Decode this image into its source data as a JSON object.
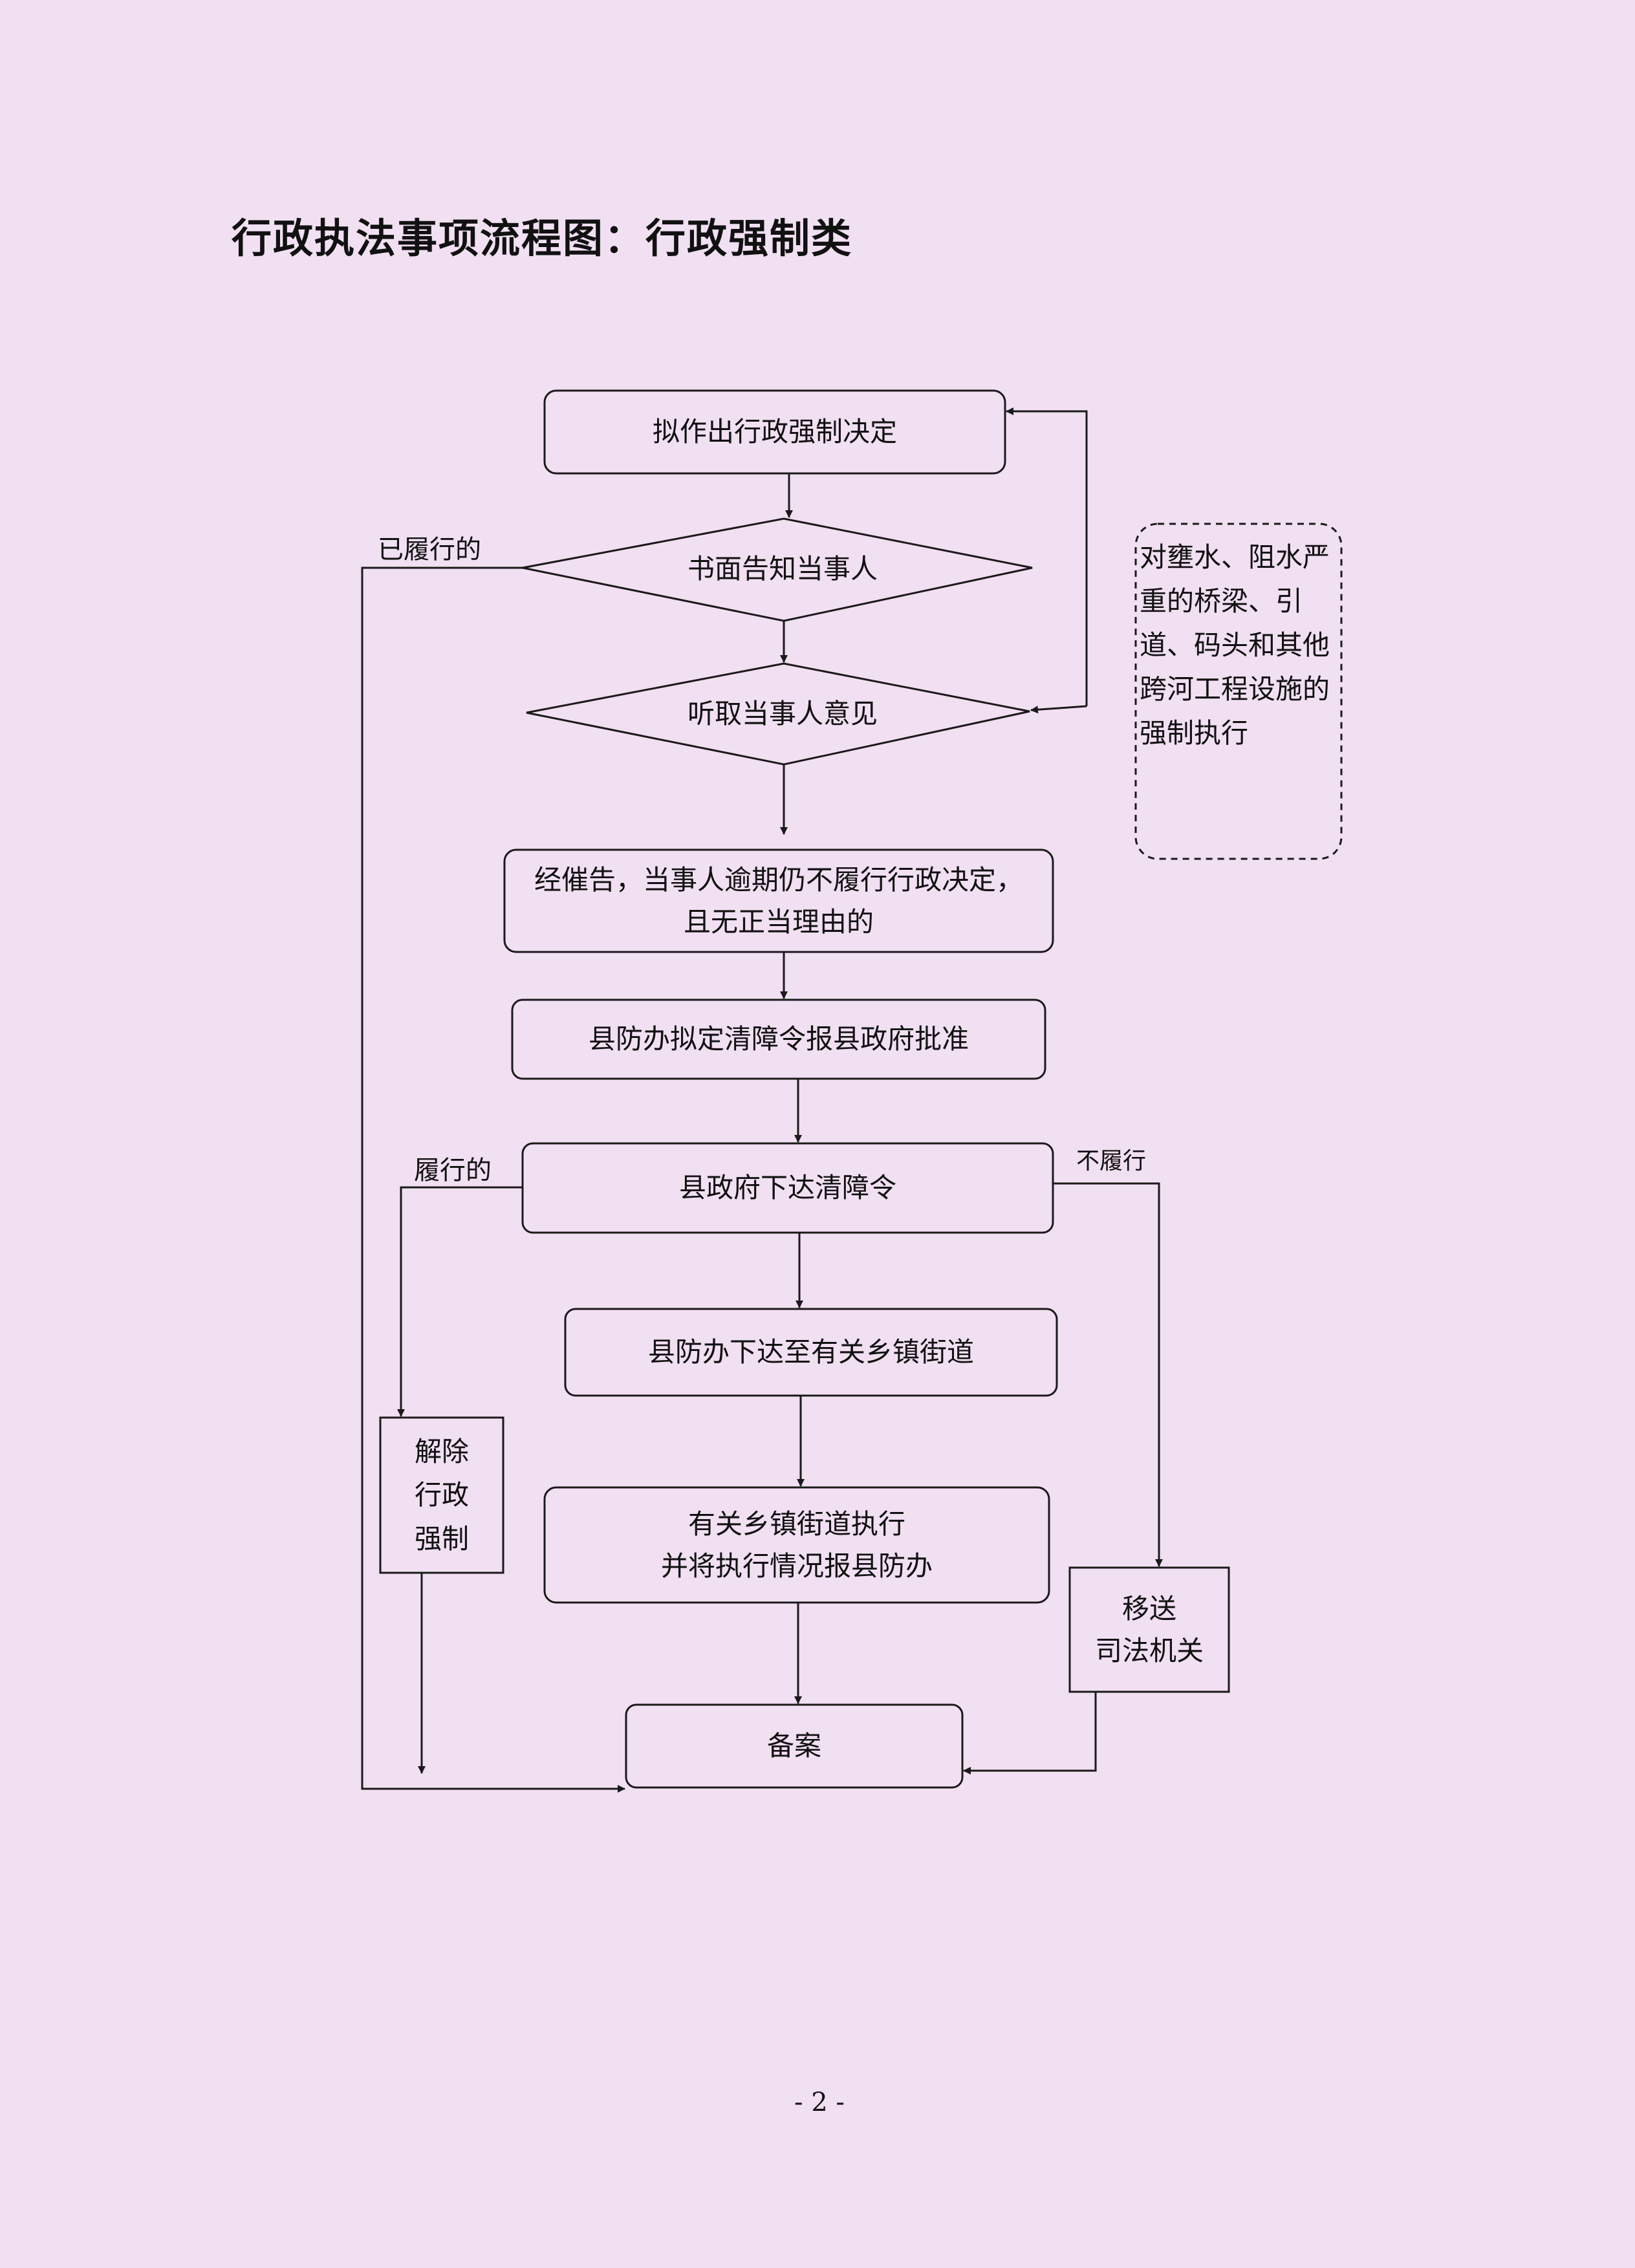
{
  "title": "行政执法事项流程图：行政强制类",
  "nodes": {
    "draft_decision": "拟作出行政强制决定",
    "written_notice": "书面告知当事人",
    "hear_opinion": "听取当事人意见",
    "overdue": [
      "经催告，当事人逾期仍不履行行政决定，",
      "且无正当理由的"
    ],
    "draft_order": "县防办拟定清障令报县政府批准",
    "issue_order": "县政府下达清障令",
    "send_town": "县防办下达至有关乡镇街道",
    "execute": [
      "有关乡镇街道执行",
      "并将执行情况报县防办"
    ],
    "archive": "备案",
    "release": [
      "解除",
      "行政",
      "强制"
    ],
    "transfer": [
      "移送",
      "司法机关"
    ]
  },
  "note": "对壅水、阻水严重的桥梁、引道、码头和其他跨河工程设施的强制执行",
  "edge_labels": {
    "fulfilled_already": "已履行的",
    "fulfilled": "履行的",
    "not_fulfilled": "不履行"
  },
  "page_number": "- 2 -",
  "colors": {
    "background": "#f1dff2",
    "stroke": "#1a1a1a"
  }
}
